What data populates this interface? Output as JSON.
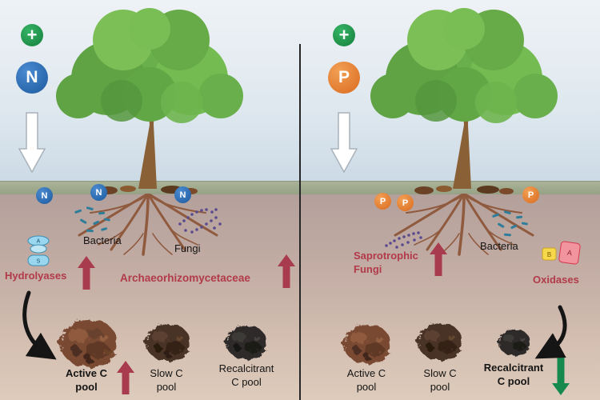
{
  "colors": {
    "red_accent": "#b23a49",
    "green_accent": "#1f8a55",
    "nitrogen_blue": "#2b6cb4",
    "phosphorus_orange": "#e8772c"
  },
  "left": {
    "plus": "+",
    "nutrient": "N",
    "soil_markers": [
      "N",
      "N",
      "N"
    ],
    "bacteria_label": "Bacteria",
    "fungi_label": "Fungi",
    "enzyme_label": "Hydrolyases",
    "enzyme_letters": [
      "A",
      "S"
    ],
    "taxon_label": "Archaeorhizomycetaceae",
    "pools": {
      "active": {
        "line1": "Active C",
        "line2": "pool"
      },
      "slow": {
        "line1": "Slow C",
        "line2": "pool"
      },
      "recalcitrant": {
        "line1": "Recalcitrant",
        "line2": "C pool"
      }
    }
  },
  "right": {
    "plus": "+",
    "nutrient": "P",
    "soil_markers": [
      "P",
      "P",
      "P"
    ],
    "fungi_label_line1": "Saprotrophic",
    "fungi_label_line2": "Fungi",
    "bacteria_label": "Bacteria",
    "enzyme_label": "Oxidases",
    "enzyme_letters": [
      "B",
      "A"
    ],
    "pools": {
      "active": {
        "line1": "Active C",
        "line2": "pool"
      },
      "slow": {
        "line1": "Slow C",
        "line2": "pool"
      },
      "recalcitrant": {
        "line1": "Recalcitrant",
        "line2": "C pool"
      }
    }
  }
}
